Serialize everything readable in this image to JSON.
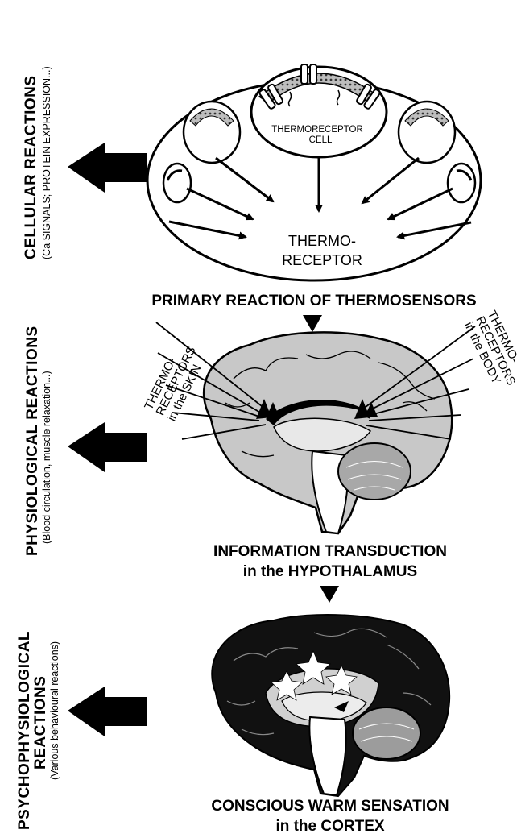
{
  "side_labels": {
    "cellular": {
      "title": "CELLULAR REACTIONS",
      "subtitle": "(Ca SIGNALS; PROTEIN EXPRESSION...)"
    },
    "physiological": {
      "title": "PHYSIOLOGICAL REACTIONS",
      "subtitle": "(Blood circulation, muscle relaxation...)"
    },
    "psychophysiological": {
      "title_line1": "PSYCHOPHYSIOLOGICAL",
      "title_line2": "REACTIONS",
      "subtitle": "(Various behavioural reactions)"
    }
  },
  "cell_diagram": {
    "cell_label_line1": "THERMORECEPTOR",
    "cell_label_line2": "CELL",
    "receptor_label_line1": "THERMO-",
    "receptor_label_line2": "RECEPTOR"
  },
  "captions": {
    "primary": "PRIMARY REACTION OF THERMOSENSORS",
    "hypothalamus_line1": "INFORMATION TRANSDUCTION",
    "hypothalamus_line2": "in the HYPOTHALAMUS",
    "cortex_line1": "CONSCIOUS WARM SENSATION",
    "cortex_line2": "in the CORTEX"
  },
  "brain1_labels": {
    "skin": [
      "THERMO-",
      "RECEPTORS",
      "in the SKIN"
    ],
    "body": [
      "THERMO-",
      "RECEPTORS",
      "in the BODY"
    ]
  }
}
